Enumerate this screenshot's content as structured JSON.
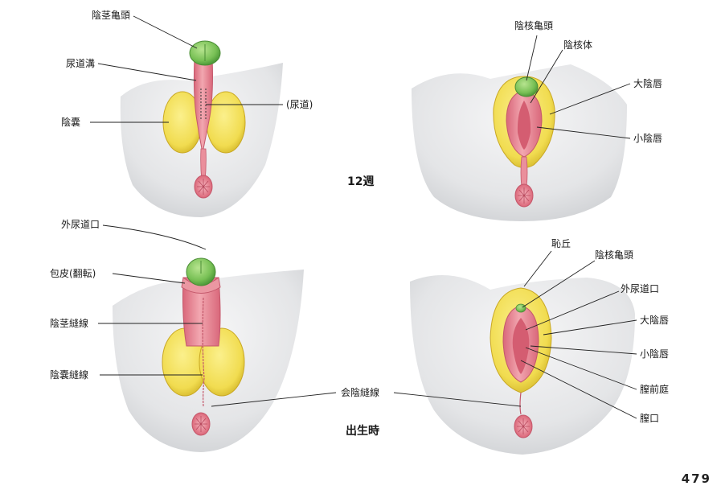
{
  "page_number": "479",
  "stages": {
    "week12": "12週",
    "birth": "出生時"
  },
  "male_12w": {
    "glans": "陰茎亀頭",
    "urethral_groove": "尿道溝",
    "urethra": "(尿道)",
    "scrotum": "陰嚢"
  },
  "female_12w": {
    "clitoral_glans": "陰核亀頭",
    "clitoral_body": "陰核体",
    "labia_majora": "大陰唇",
    "labia_minora": "小陰唇"
  },
  "male_birth": {
    "external_urethral_orifice": "外尿道口",
    "prepuce": "包皮(翻転)",
    "penile_raphe": "陰茎縫線",
    "scrotal_raphe": "陰嚢縫線",
    "perineal_raphe": "会陰縫線"
  },
  "female_birth": {
    "mons_pubis": "恥丘",
    "clitoral_glans": "陰核亀頭",
    "external_urethral_orifice": "外尿道口",
    "labia_majora": "大陰唇",
    "labia_minora": "小陰唇",
    "vestibule": "膣前庭",
    "vaginal_orifice": "膣口"
  },
  "colors": {
    "skin": "#e9eaec",
    "skin_edge": "#c6c8cc",
    "pink": "#e88a96",
    "pink_dark": "#c9586a",
    "yellow": "#f3df57",
    "yellow_dark": "#d6b92c",
    "green": "#7cc35a",
    "green_dark": "#4d9a3a"
  }
}
